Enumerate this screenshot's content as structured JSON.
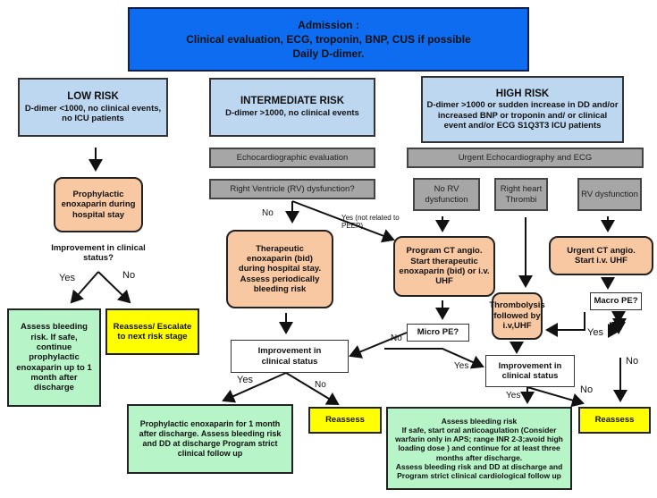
{
  "admission": {
    "title": "Admission :",
    "line1": "Clinical evaluation, ECG,  troponin, BNP, CUS if possible",
    "line2": "Daily D-dimer."
  },
  "low_risk": {
    "title": "LOW RISK",
    "desc": "D-dimer <1000, no clinical events, no ICU patients",
    "treatment": "Prophylactic enoxaparin during hospital stay",
    "question": "Improvement in clinical status?",
    "yes": "Yes",
    "no": "No",
    "yes_outcome": "Assess bleeding risk. If safe, continue prophylactic enoxaparin up to 1 month after discharge",
    "no_outcome": "Reassess/ Escalate to next risk stage"
  },
  "intermediate_risk": {
    "title": "INTERMEDIATE RISK",
    "desc": "D-dimer >1000, no clinical events",
    "step1": "Echocardiographic evaluation",
    "step2": "Right Ventricle (RV) dysfunction?",
    "no": "No",
    "yes_label": "Yes (not related to PEEP)",
    "treatment": "Therapeutic enoxaparin (bid) during hospital stay. Assess periodically bleeding risk",
    "question": "Improvement in clinical status",
    "yes2": "Yes",
    "no2": "No",
    "yes_outcome": "Prophylactic enoxaparin for 1 month after discharge. Assess bleeding risk and DD at discharge Program strict clinical follow up",
    "no_outcome": "Reassess"
  },
  "high_risk": {
    "title": "HIGH RISK",
    "desc": "D-dimer >1000 or sudden increase in DD and/or increased BNP or troponin and/ or clinical event and/or ECG S1Q3T3 ICU patients",
    "step1": "Urgent Echocardiography and ECG",
    "no_rv": "No RV dysfunction",
    "thrombi": "Right heart Thrombi",
    "rv": "RV dysfunction",
    "program_ct": "Program CT angio. Start therapeutic enoxaparin (bid) or i.v. UHF",
    "urgent_ct": "Urgent CT angio. Start i.v. UHF",
    "micro_pe": "Micro PE?",
    "macro_pe": "Macro PE?",
    "thrombolysis": "Thrombolysis followed by i.v,UHF",
    "no_micro": "No",
    "yes_micro": "Yes",
    "yes_macro": "Yes",
    "no_macro": "No",
    "question": "Improvement in clinical status",
    "yes_q": "Yes",
    "no_q": "No",
    "yes_outcome_l1": "Assess bleeding risk",
    "yes_outcome_l2": "If safe, start oral anticoagulation (Consider warfarin only in APS; range INR 2-3;avoid high loading dose ) and continue for at least three months after discharge.",
    "yes_outcome_l3": "Assess bleeding risk and DD at discharge and Program strict clinical cardiological follow up",
    "no_outcome": "Reassess"
  },
  "colors": {
    "admission": "#0e6cf0",
    "risk": "#bdd7f1",
    "step": "#a6a6a6",
    "treatment": "#f8c8a2",
    "outcome_good": "#b7f4c8",
    "reassess": "#ffff00"
  }
}
